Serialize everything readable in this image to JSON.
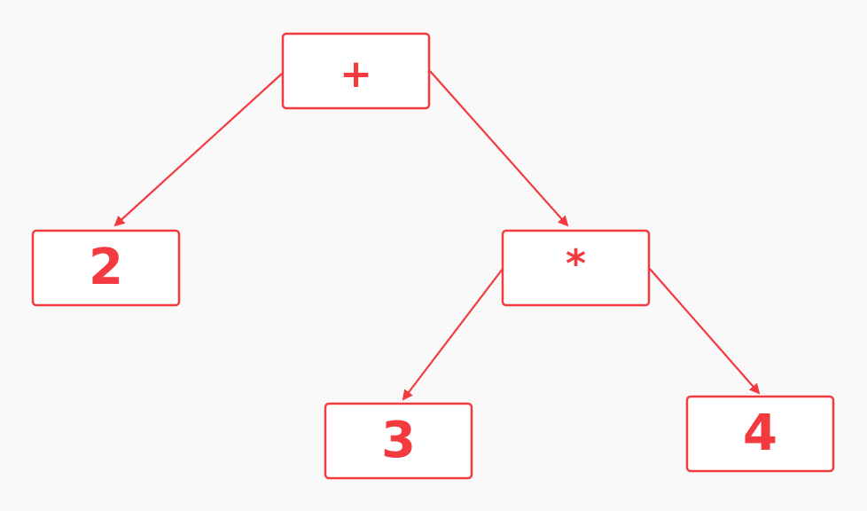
{
  "diagram": {
    "colors": {
      "stroke": "#f23a3f",
      "text": "#f23a3f",
      "node_fill": "#ffffff",
      "background": "#f9f9f9"
    },
    "nodes": [
      {
        "id": "plus",
        "label": "+"
      },
      {
        "id": "two",
        "label": "2"
      },
      {
        "id": "times",
        "label": "*"
      },
      {
        "id": "three",
        "label": "3"
      },
      {
        "id": "four",
        "label": "4"
      }
    ],
    "edges": [
      {
        "from": "plus",
        "to": "two"
      },
      {
        "from": "plus",
        "to": "times"
      },
      {
        "from": "times",
        "to": "three"
      },
      {
        "from": "times",
        "to": "four"
      }
    ]
  }
}
